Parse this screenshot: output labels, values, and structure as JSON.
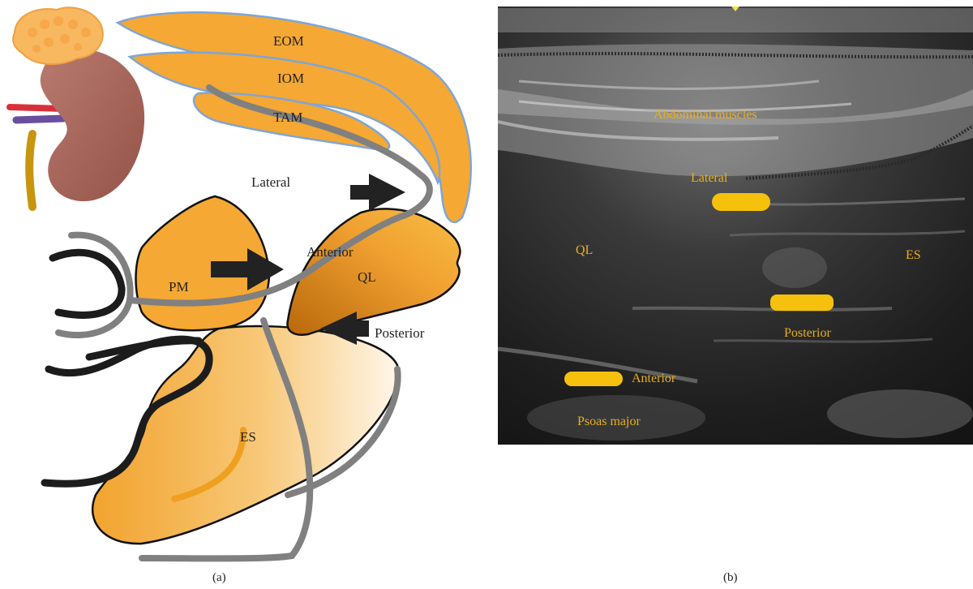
{
  "panel_a": {
    "caption": "(a)",
    "labels": {
      "eom": "EOM",
      "iom": "IOM",
      "tam": "TAM",
      "lateral": "Lateral",
      "anterior": "Anterior",
      "posterior": "Posterior",
      "pm": "PM",
      "ql": "QL",
      "es": "ES"
    }
  },
  "panel_b": {
    "caption": "(b)",
    "labels": {
      "abdominal_muscles": "Abdominal muscles",
      "lateral": "Lateral",
      "ql": "QL",
      "es": "ES",
      "posterior": "Posterior",
      "anterior": "Anterior",
      "psoas_major": "Psoas major"
    }
  },
  "colors": {
    "muscle_orange": "#f5a833",
    "muscle_dark": "#c8780e",
    "outline_blue": "#7ea6d8",
    "needle_gray": "#808080",
    "bone_black": "#1c1c1c",
    "marker_yellow": "#f5c10c",
    "us_label": "#e8b020",
    "kidney": "#a8685e"
  }
}
